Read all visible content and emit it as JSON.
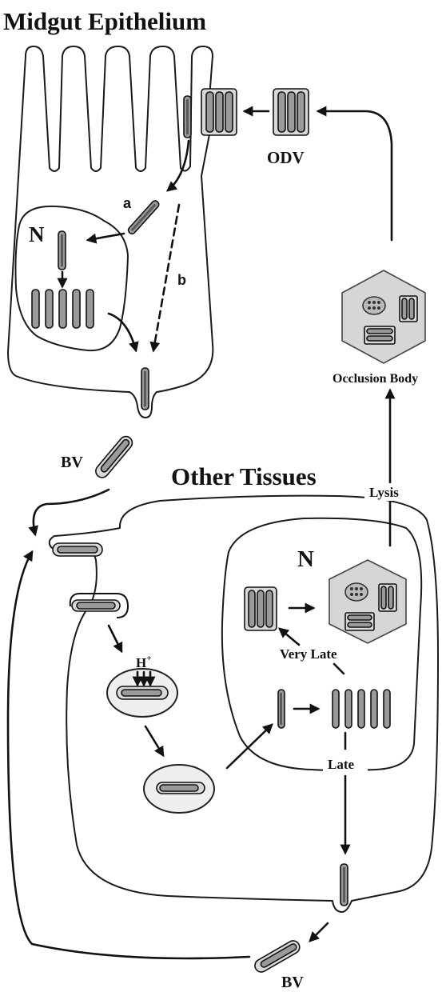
{
  "titles": {
    "midgut": "Midgut Epithelium",
    "other": "Other Tissues"
  },
  "labels": {
    "odv": "ODV",
    "bv_top": "BV",
    "bv_bottom": "BV",
    "n_top": "N",
    "n_bottom": "N",
    "path_a": "a",
    "path_b": "b",
    "occlusion_body": "Occlusion Body",
    "lysis": "Lysis",
    "very_late": "Very Late",
    "late": "Late",
    "proton": "H",
    "proton_sup": "+"
  },
  "colors": {
    "line": "#1a1a1a",
    "rod_fill": "#9a9a9a",
    "occlusion_fill": "#d6d6d6"
  }
}
